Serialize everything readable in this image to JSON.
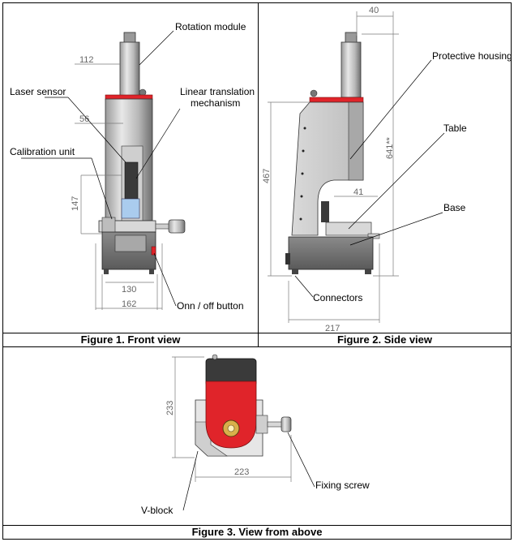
{
  "figures": {
    "front": {
      "caption": "Figure 1. Front view",
      "labels": {
        "rotation_module": "Rotation module",
        "laser_sensor": "Laser sensor",
        "linear_translation_1": "Linear translation",
        "linear_translation_2": "mechanism",
        "calibration_unit": "Calibration unit",
        "on_off_button": "Onn / off button"
      },
      "dimensions": {
        "d112": "112",
        "d56": "56",
        "d147": "147",
        "d130": "130",
        "d162": "162"
      }
    },
    "side": {
      "caption": "Figure 2. Side view",
      "labels": {
        "protective_housing": "Protective housing",
        "table": "Table",
        "base": "Base",
        "connectors": "Connectors"
      },
      "dimensions": {
        "d40": "40",
        "d641": "641**",
        "d467": "467",
        "d41": "41",
        "d217": "217"
      }
    },
    "above": {
      "caption": "Figure 3. View from above",
      "labels": {
        "fixing_screw": "Fixing screw",
        "v_block": "V-block"
      },
      "dimensions": {
        "d233": "233",
        "d223": "223"
      }
    }
  },
  "colors": {
    "housing_red": "#e0242a",
    "frame": "#000000",
    "dim_line": "#7a7a7a"
  }
}
